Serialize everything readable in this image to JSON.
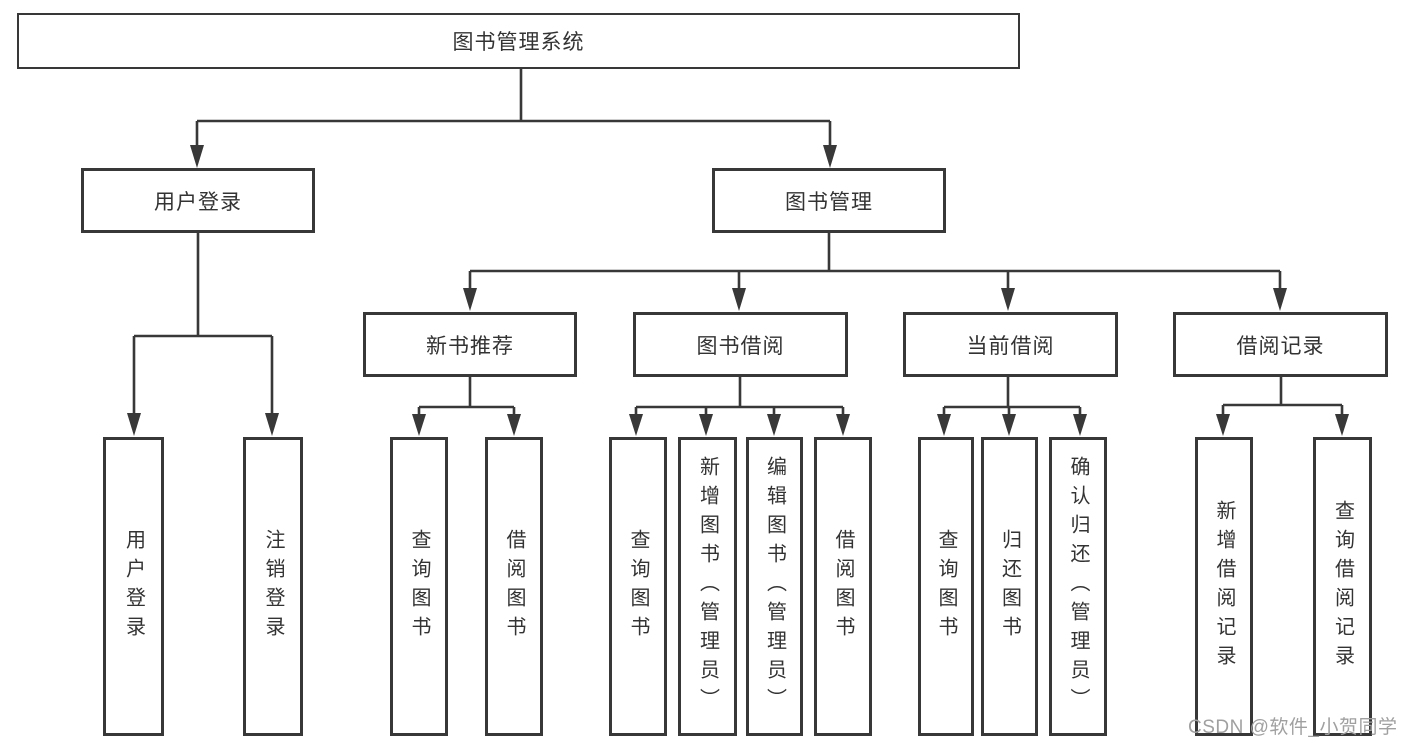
{
  "diagram": {
    "root": {
      "label": "图书管理系统"
    },
    "level2": [
      {
        "label": "用户登录"
      },
      {
        "label": "图书管理"
      }
    ],
    "level3": [
      {
        "label": "新书推荐"
      },
      {
        "label": "图书借阅"
      },
      {
        "label": "当前借阅"
      },
      {
        "label": "借阅记录"
      }
    ],
    "leaves": [
      {
        "label": "用户登录"
      },
      {
        "label": "注销登录"
      },
      {
        "label": "查询图书"
      },
      {
        "label": "借阅图书"
      },
      {
        "label": "查询图书"
      },
      {
        "label": "新增图书（管理员）"
      },
      {
        "label": "编辑图书（管理员）"
      },
      {
        "label": "借阅图书"
      },
      {
        "label": "查询图书"
      },
      {
        "label": "归还图书"
      },
      {
        "label": "确认归还（管理员）"
      },
      {
        "label": "新增借阅记录"
      },
      {
        "label": "查询借阅记录"
      }
    ],
    "watermark": "CSDN @软件_小贺同学",
    "colors": {
      "line": "#383838",
      "text": "#333333",
      "watermark": "#a0a0a0",
      "background": "#ffffff"
    }
  }
}
